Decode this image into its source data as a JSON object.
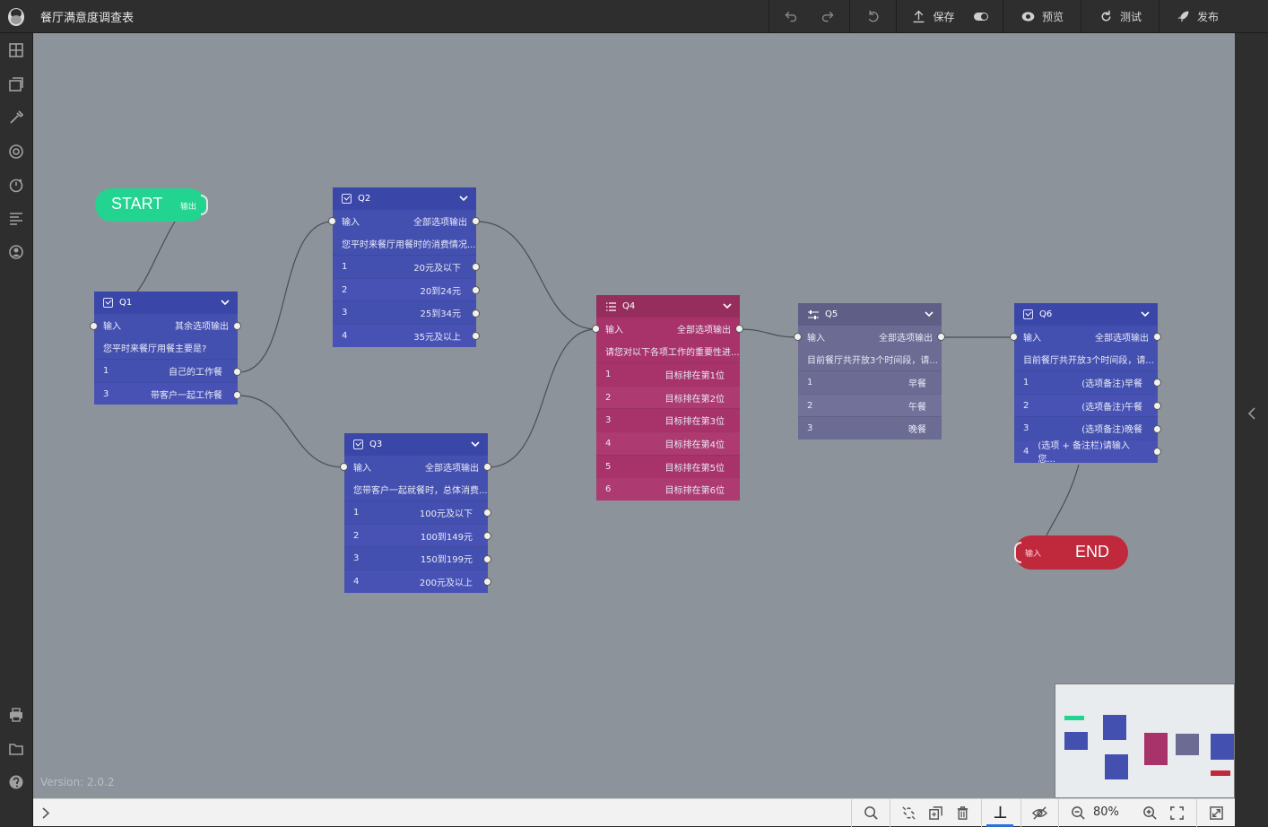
{
  "app": {
    "title": "餐厅满意度调查表",
    "version": "Version: 2.0.2"
  },
  "toolbar": {
    "save_label": "保存",
    "preview_label": "预览",
    "test_label": "测试",
    "publish_label": "发布"
  },
  "zoom": "80%",
  "flow": {
    "start": {
      "label": "START",
      "port_label": "输出"
    },
    "end": {
      "label": "END",
      "port_label": "输入"
    },
    "nodes": [
      {
        "id": "Q1",
        "title": "Q1",
        "in": "输入",
        "out": "其余选项输出",
        "question": "您平时来餐厅用餐主要是?",
        "options": [
          {
            "no": "1",
            "label": "自己的工作餐"
          },
          {
            "no": "3",
            "label": "带客户一起工作餐"
          }
        ]
      },
      {
        "id": "Q2",
        "title": "Q2",
        "in": "输入",
        "out": "全部选项输出",
        "question": "您平时来餐厅用餐时的消费情况...",
        "options": [
          {
            "no": "1",
            "label": "20元及以下"
          },
          {
            "no": "2",
            "label": "20到24元"
          },
          {
            "no": "3",
            "label": "25到34元"
          },
          {
            "no": "4",
            "label": "35元及以上"
          }
        ]
      },
      {
        "id": "Q3",
        "title": "Q3",
        "in": "输入",
        "out": "全部选项输出",
        "question": "您带客户一起就餐时，总体消费...",
        "options": [
          {
            "no": "1",
            "label": "100元及以下"
          },
          {
            "no": "2",
            "label": "100到149元"
          },
          {
            "no": "3",
            "label": "150到199元"
          },
          {
            "no": "4",
            "label": "200元及以上"
          }
        ]
      },
      {
        "id": "Q4",
        "title": "Q4",
        "in": "输入",
        "out": "全部选项输出",
        "question": "请您对以下各项工作的重要性进...",
        "options": [
          {
            "no": "1",
            "label": "目标排在第1位"
          },
          {
            "no": "2",
            "label": "目标排在第2位"
          },
          {
            "no": "3",
            "label": "目标排在第3位"
          },
          {
            "no": "4",
            "label": "目标排在第4位"
          },
          {
            "no": "5",
            "label": "目标排在第5位"
          },
          {
            "no": "6",
            "label": "目标排在第6位"
          }
        ]
      },
      {
        "id": "Q5",
        "title": "Q5",
        "in": "输入",
        "out": "全部选项输出",
        "question": "目前餐厅共开放3个时间段，请...",
        "options": [
          {
            "no": "1",
            "label": "早餐"
          },
          {
            "no": "2",
            "label": "午餐"
          },
          {
            "no": "3",
            "label": "晚餐"
          }
        ]
      },
      {
        "id": "Q6",
        "title": "Q6",
        "in": "输入",
        "out": "全部选项输出",
        "question": "目前餐厅共开放3个时间段，请...",
        "options": [
          {
            "no": "1",
            "label": "(选项备注)早餐"
          },
          {
            "no": "2",
            "label": "(选项备注)午餐"
          },
          {
            "no": "3",
            "label": "(选项备注)晚餐"
          },
          {
            "no": "4",
            "label": "(选项 + 备注栏)请输入您..."
          }
        ]
      }
    ]
  },
  "colors": {
    "start": "#22d48f",
    "end": "#c0283c",
    "single_choice": "#4450b0",
    "ranking": "#a8336a",
    "slider": "#6b6b93",
    "canvas": "#8c939a"
  },
  "icons": {
    "Q1": "checkbox-icon",
    "Q2": "checkbox-icon",
    "Q3": "checkbox-icon",
    "Q4": "list-icon",
    "Q5": "slider-icon",
    "Q6": "checkbox-icon"
  }
}
